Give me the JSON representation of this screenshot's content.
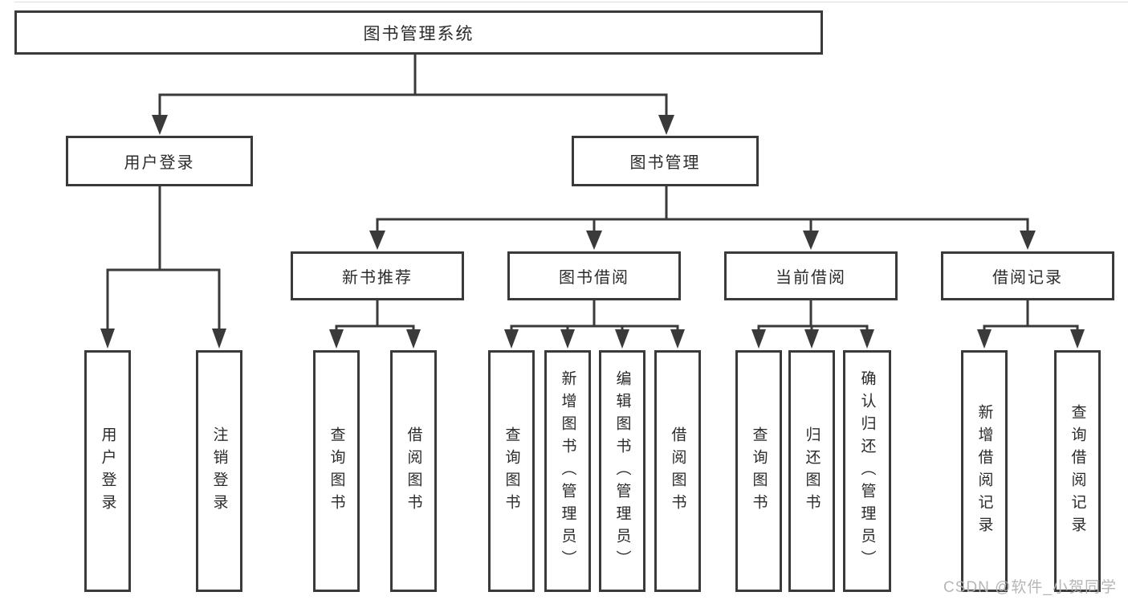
{
  "tree": {
    "label": "图书管理系统",
    "children": [
      {
        "label": "用户登录",
        "children": [
          {
            "label": "用户登录"
          },
          {
            "label": "注销登录"
          }
        ]
      },
      {
        "label": "图书管理",
        "children": [
          {
            "label": "新书推荐",
            "children": [
              {
                "label": "查询图书"
              },
              {
                "label": "借阅图书"
              }
            ]
          },
          {
            "label": "图书借阅",
            "children": [
              {
                "label": "查询图书"
              },
              {
                "label": "新增图书（管理员）"
              },
              {
                "label": "编辑图书（管理员）"
              },
              {
                "label": "借阅图书"
              }
            ]
          },
          {
            "label": "当前借阅",
            "children": [
              {
                "label": "查询图书"
              },
              {
                "label": "归还图书"
              },
              {
                "label": "确认归还（管理员）"
              }
            ]
          },
          {
            "label": "借阅记录",
            "children": [
              {
                "label": "新增借阅记录"
              },
              {
                "label": "查询借阅记录"
              }
            ]
          }
        ]
      }
    ]
  },
  "watermark": "CSDN @软件_小贺同学",
  "colors": {
    "line": "#3a3a3a",
    "text": "#2b2b2b",
    "background": "#ffffff",
    "watermark": "#b2b2b2"
  }
}
